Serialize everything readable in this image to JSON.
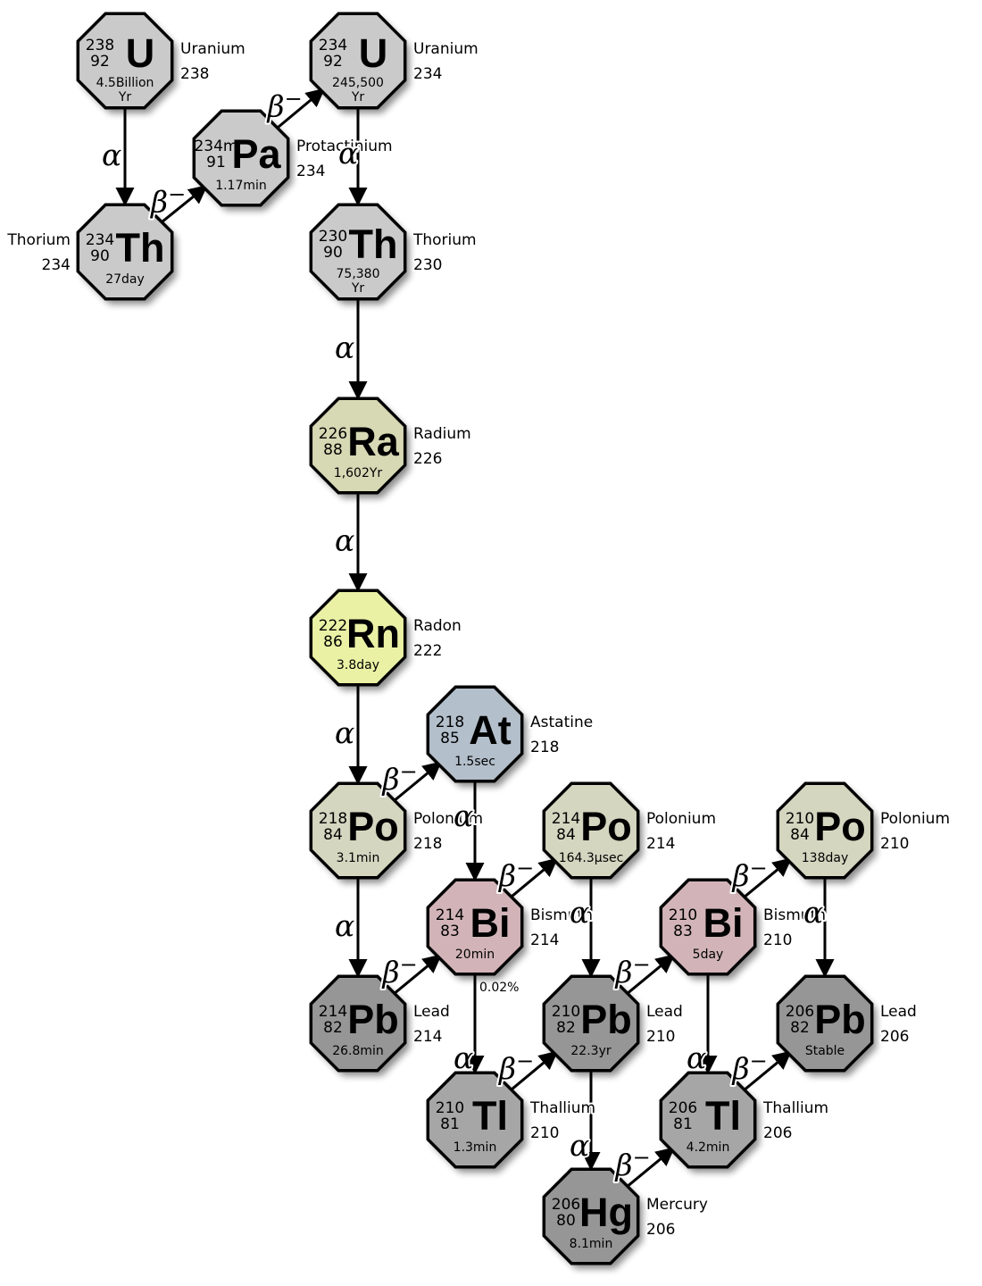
{
  "colors": {
    "light_gray": "#cacaca",
    "mid_gray": "#a6a6a6",
    "dark_gray": "#969696",
    "radium": "#d7d8b4",
    "radon": "#eaf1a5",
    "polonium": "#d5d6c0",
    "astatine": "#b3bfcb",
    "bismuth": "#d2b4b8"
  },
  "nuclides": [
    {
      "id": "u238",
      "mass": "238",
      "atomic": "92",
      "symbol": "U",
      "life": [
        "4.5Billion",
        "Yr"
      ],
      "name": "Uranium",
      "num": "238",
      "labelSide": "right",
      "color": "light_gray"
    },
    {
      "id": "th234",
      "mass": "234",
      "atomic": "90",
      "symbol": "Th",
      "life": [
        "27day"
      ],
      "name": "Thorium",
      "num": "234",
      "labelSide": "left",
      "color": "light_gray"
    },
    {
      "id": "pa234m",
      "mass": "234m",
      "atomic": "91",
      "symbol": "Pa",
      "life": [
        "1.17min"
      ],
      "name": "Protactinium",
      "num": "234",
      "labelSide": "right",
      "color": "light_gray"
    },
    {
      "id": "u234",
      "mass": "234",
      "atomic": "92",
      "symbol": "U",
      "life": [
        "245,500",
        "Yr"
      ],
      "name": "Uranium",
      "num": "234",
      "labelSide": "right",
      "color": "light_gray"
    },
    {
      "id": "th230",
      "mass": "230",
      "atomic": "90",
      "symbol": "Th",
      "life": [
        "75,380",
        "Yr"
      ],
      "name": "Thorium",
      "num": "230",
      "labelSide": "right",
      "color": "light_gray"
    },
    {
      "id": "ra226",
      "mass": "226",
      "atomic": "88",
      "symbol": "Ra",
      "life": [
        "1,602Yr"
      ],
      "name": "Radium",
      "num": "226",
      "labelSide": "right",
      "color": "radium"
    },
    {
      "id": "rn222",
      "mass": "222",
      "atomic": "86",
      "symbol": "Rn",
      "life": [
        "3.8day"
      ],
      "name": "Radon",
      "num": "222",
      "labelSide": "right",
      "color": "radon"
    },
    {
      "id": "at218",
      "mass": "218",
      "atomic": "85",
      "symbol": "At",
      "life": [
        "1.5sec"
      ],
      "name": "Astatine",
      "num": "218",
      "labelSide": "right",
      "color": "astatine"
    },
    {
      "id": "po218",
      "mass": "218",
      "atomic": "84",
      "symbol": "Po",
      "life": [
        "3.1min"
      ],
      "name": "Polonium",
      "num": "218",
      "labelSide": "right",
      "color": "polonium"
    },
    {
      "id": "po214",
      "mass": "214",
      "atomic": "84",
      "symbol": "Po",
      "life": [
        "164.3μsec"
      ],
      "name": "Polonium",
      "num": "214",
      "labelSide": "right",
      "color": "polonium"
    },
    {
      "id": "po210",
      "mass": "210",
      "atomic": "84",
      "symbol": "Po",
      "life": [
        "138day"
      ],
      "name": "Polonium",
      "num": "210",
      "labelSide": "right",
      "color": "polonium"
    },
    {
      "id": "bi214",
      "mass": "214",
      "atomic": "83",
      "symbol": "Bi",
      "life": [
        "20min"
      ],
      "name": "Bismuth",
      "num": "214",
      "labelSide": "right",
      "color": "bismuth"
    },
    {
      "id": "bi210",
      "mass": "210",
      "atomic": "83",
      "symbol": "Bi",
      "life": [
        "5day"
      ],
      "name": "Bismuth",
      "num": "210",
      "labelSide": "right",
      "color": "bismuth"
    },
    {
      "id": "pb214",
      "mass": "214",
      "atomic": "82",
      "symbol": "Pb",
      "life": [
        "26.8min"
      ],
      "name": "Lead",
      "num": "214",
      "labelSide": "right",
      "color": "dark_gray"
    },
    {
      "id": "pb210",
      "mass": "210",
      "atomic": "82",
      "symbol": "Pb",
      "life": [
        "22.3yr"
      ],
      "name": "Lead",
      "num": "210",
      "labelSide": "right",
      "color": "dark_gray"
    },
    {
      "id": "pb206",
      "mass": "206",
      "atomic": "82",
      "symbol": "Pb",
      "life": [
        "Stable"
      ],
      "name": "Lead",
      "num": "206",
      "labelSide": "right",
      "color": "dark_gray"
    },
    {
      "id": "tl210",
      "mass": "210",
      "atomic": "81",
      "symbol": "Tl",
      "life": [
        "1.3min"
      ],
      "name": "Thallium",
      "num": "210",
      "labelSide": "right",
      "color": "mid_gray"
    },
    {
      "id": "tl206",
      "mass": "206",
      "atomic": "81",
      "symbol": "Tl",
      "life": [
        "4.2min"
      ],
      "name": "Thallium",
      "num": "206",
      "labelSide": "right",
      "color": "mid_gray"
    },
    {
      "id": "hg206",
      "mass": "206",
      "atomic": "80",
      "symbol": "Hg",
      "life": [
        "8.1min"
      ],
      "name": "Mercury",
      "num": "206",
      "labelSide": "right",
      "color": "dark_gray"
    }
  ],
  "decays": [
    {
      "from": "u238",
      "to": "th234",
      "type": "alpha"
    },
    {
      "from": "th234",
      "to": "pa234m",
      "type": "beta"
    },
    {
      "from": "pa234m",
      "to": "u234",
      "type": "beta"
    },
    {
      "from": "u234",
      "to": "th230",
      "type": "alpha"
    },
    {
      "from": "th230",
      "to": "ra226",
      "type": "alpha"
    },
    {
      "from": "ra226",
      "to": "rn222",
      "type": "alpha"
    },
    {
      "from": "rn222",
      "to": "po218",
      "type": "alpha"
    },
    {
      "from": "po218",
      "to": "at218",
      "type": "beta"
    },
    {
      "from": "po218",
      "to": "pb214",
      "type": "alpha"
    },
    {
      "from": "at218",
      "to": "bi214",
      "type": "alpha"
    },
    {
      "from": "pb214",
      "to": "bi214",
      "type": "beta"
    },
    {
      "from": "bi214",
      "to": "po214",
      "type": "beta"
    },
    {
      "from": "bi214",
      "to": "tl210",
      "type": "alpha",
      "note": "0.02%"
    },
    {
      "from": "po214",
      "to": "pb210",
      "type": "alpha"
    },
    {
      "from": "tl210",
      "to": "pb210",
      "type": "beta"
    },
    {
      "from": "pb210",
      "to": "bi210",
      "type": "beta"
    },
    {
      "from": "pb210",
      "to": "hg206",
      "type": "alpha"
    },
    {
      "from": "bi210",
      "to": "po210",
      "type": "beta"
    },
    {
      "from": "bi210",
      "to": "tl206",
      "type": "alpha"
    },
    {
      "from": "po210",
      "to": "pb206",
      "type": "alpha"
    },
    {
      "from": "hg206",
      "to": "tl206",
      "type": "beta"
    },
    {
      "from": "tl206",
      "to": "pb206",
      "type": "beta"
    }
  ],
  "labels": {
    "alpha": "α",
    "beta": "β",
    "beta_sup": "−"
  }
}
